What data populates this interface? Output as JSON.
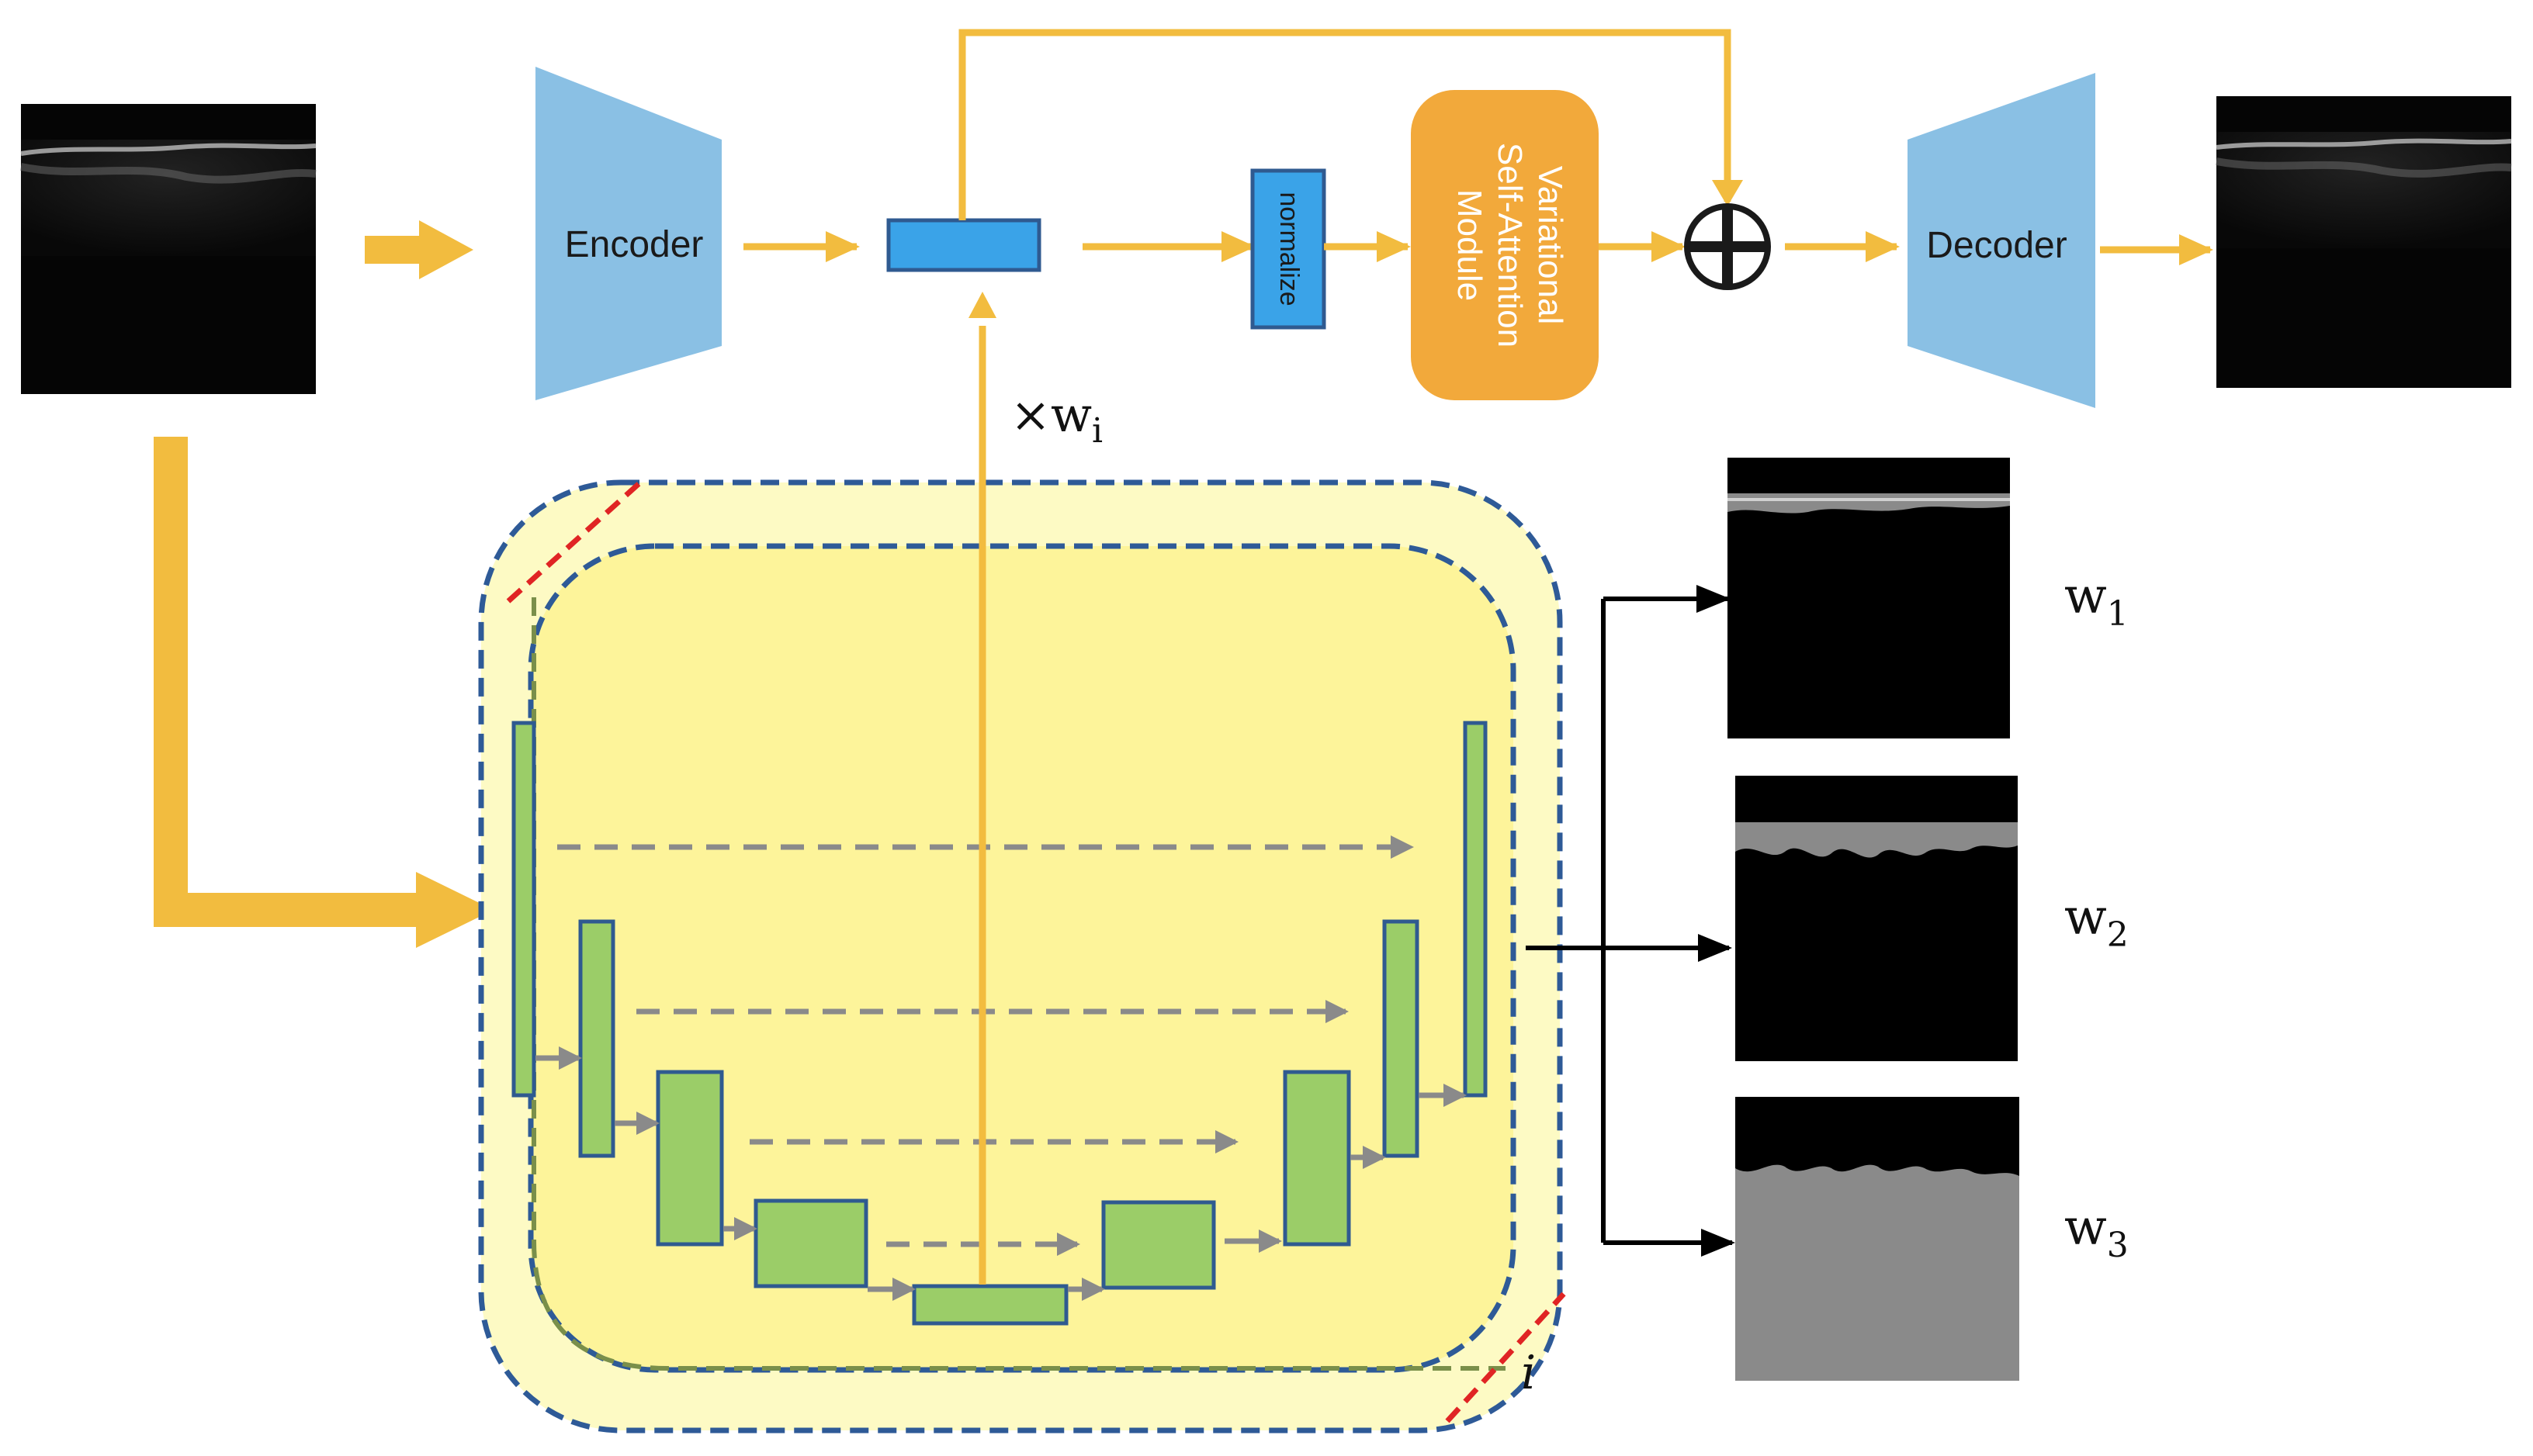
{
  "labels": {
    "encoder": "Encoder",
    "decoder": "Decoder",
    "normalize": "normalize",
    "vsam_line1": "Variational",
    "vsam_line2": "Self-Attention",
    "vsam_line3": "Module",
    "times_symbol": "×",
    "weight_symbol": "w",
    "weight_index": "i",
    "ensemble_index": "i"
  },
  "weights": [
    {
      "base": "w",
      "sub": "1"
    },
    {
      "base": "w",
      "sub": "2"
    },
    {
      "base": "w",
      "sub": "3"
    }
  ],
  "colors": {
    "arrow_yellow": "#f2bc3f",
    "trapezoid_blue": "#8ac0e4",
    "feature_blue": "#3aa3e8",
    "module_orange": "#f2a93b",
    "unet_green": "#9bcd68",
    "frame_blue": "#2e5a97",
    "inner_frame_green": "#7a8f4a",
    "outer_fill": "#fdfac4",
    "inner_fill": "#fdf49a",
    "dashed_gray": "#8a8a8a",
    "cut_red": "#e02424"
  },
  "icons": [
    "oplus-icon",
    "oct-input-image",
    "oct-output-image",
    "mask-image"
  ]
}
